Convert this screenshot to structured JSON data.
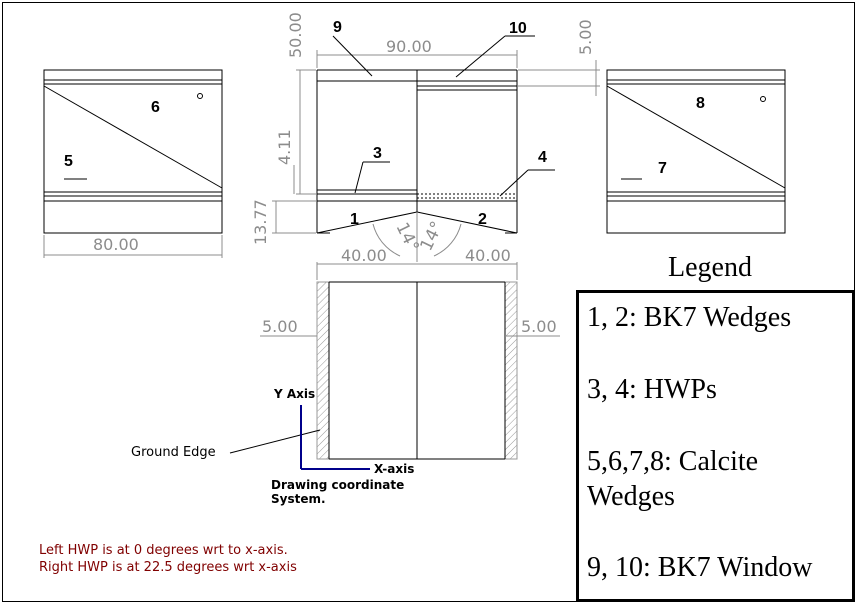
{
  "dimensions": {
    "top_width": "90.00",
    "top_height": "50.00",
    "top_right": "5.00",
    "mid_height": "4.11",
    "bottom_height": "13.77",
    "left_width": "80.00",
    "angle_left": "14°",
    "angle_right": "14°",
    "half_left": "40.00",
    "half_right": "40.00",
    "edge_left": "5.00",
    "edge_right": "5.00"
  },
  "part_labels": {
    "n1": "1",
    "n2": "2",
    "n3": "3",
    "n4": "4",
    "n5": "5",
    "n6": "6",
    "n7": "7",
    "n8": "8",
    "n9": "9",
    "n10": "10"
  },
  "annotations": {
    "y_axis": "Y Axis",
    "x_axis": "X-axis",
    "ground_edge": "Ground Edge",
    "coord_line1": "Drawing coordinate",
    "coord_line2": "System."
  },
  "notes": {
    "line1": "Left HWP is at 0 degrees wrt to x-axis.",
    "line2": "Right HWP is at 22.5 degrees wrt x-axis"
  },
  "legend": {
    "title": "Legend",
    "items": [
      "1, 2:  BK7 Wedges",
      "3, 4: HWPs",
      "5,6,7,8: Calcite",
      "Wedges",
      "9, 10: BK7 Window"
    ]
  },
  "colors": {
    "dimension": "#8c8c8c",
    "axis": "#00008b",
    "note": "#800000"
  }
}
